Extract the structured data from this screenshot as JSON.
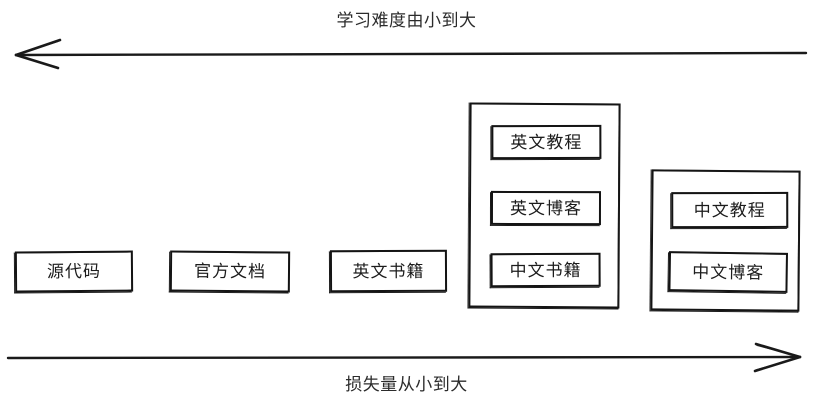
{
  "diagram": {
    "top_axis": {
      "label": "学习难度由小到大",
      "direction": "left",
      "arrow_icon": "arrow-left-icon"
    },
    "bottom_axis": {
      "label": "损失量从小到大",
      "direction": "right",
      "arrow_icon": "arrow-right-icon"
    },
    "colors": {
      "stroke": "#141414",
      "text": "#1c1c1c",
      "background": "#ffffff"
    },
    "items": [
      {
        "label": "源代码",
        "type": "single"
      },
      {
        "label": "官方文档",
        "type": "single"
      },
      {
        "label": "英文书籍",
        "type": "single"
      }
    ],
    "groups": [
      {
        "name": "group-english-resources",
        "items": [
          {
            "label": "英文教程"
          },
          {
            "label": "英文博客"
          },
          {
            "label": "中文书籍"
          }
        ]
      },
      {
        "name": "group-chinese-resources",
        "items": [
          {
            "label": "中文教程"
          },
          {
            "label": "中文博客"
          }
        ]
      }
    ]
  }
}
